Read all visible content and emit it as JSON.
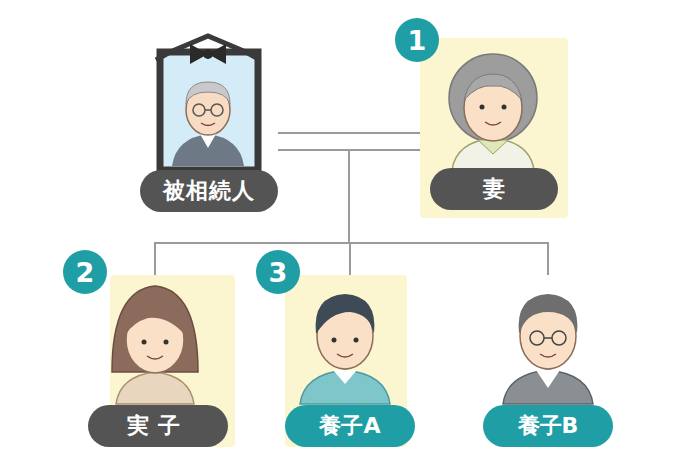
{
  "diagram": {
    "nodes": [
      {
        "text": [
          "被相続人"
        ]
      },
      {
        "text": [
          "妻"
        ]
      },
      {
        "text": [
          "実子"
        ]
      },
      {
        "text": [
          "養子A"
        ]
      },
      {
        "text": [
          "養子B"
        ]
      }
    ],
    "edges": [
      {
        "from": 0,
        "to": 1,
        "arrow": "none"
      },
      {
        "from": 0,
        "to": 2,
        "arrow": "none"
      },
      {
        "from": 0,
        "to": 3,
        "arrow": "none"
      },
      {
        "from": 0,
        "to": 4,
        "arrow": "none"
      },
      {
        "from": 1,
        "to": 2,
        "arrow": "none"
      },
      {
        "from": 1,
        "to": 3,
        "arrow": "none"
      },
      {
        "from": 1,
        "to": 4,
        "arrow": "none"
      }
    ],
    "labels": [
      "1",
      "2",
      "3"
    ]
  }
}
